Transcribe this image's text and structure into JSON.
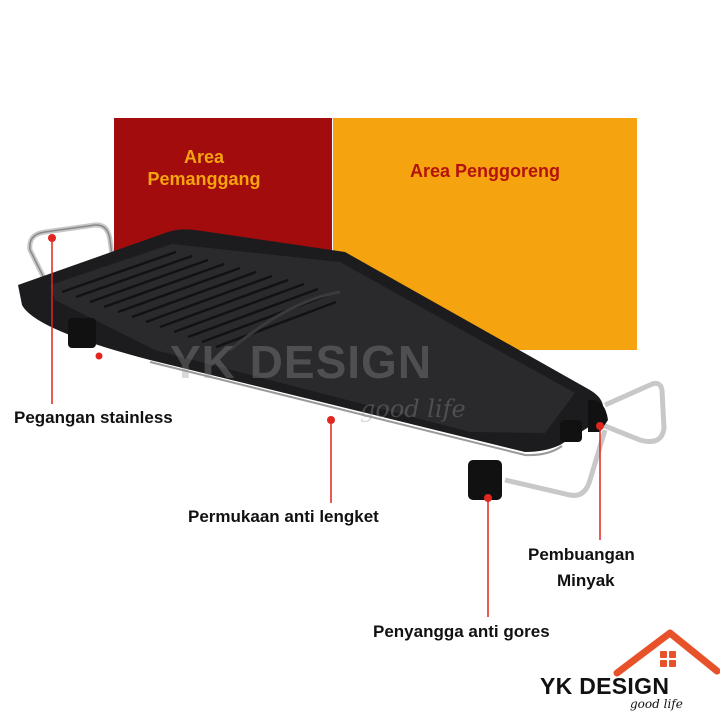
{
  "zones": {
    "grill_label": "Area\nPemanggang",
    "fry_label": "Area Penggoreng"
  },
  "callouts": {
    "handle": "Pegangan stainless",
    "surface": "Permukaan anti lengket",
    "drain_line1": "Pembuangan",
    "drain_line2": "Minyak",
    "stand": "Penyangga anti gores"
  },
  "watermark": {
    "brand": "YK DESIGN",
    "tagline": "good life"
  },
  "logo": {
    "brand": "YK DESIGN",
    "tagline": "good life"
  },
  "colors": {
    "grill_panel": "#a20c0c",
    "fry_panel": "#f5a40f",
    "marker": "#e0261f",
    "logo_accent": "#e8522a"
  }
}
